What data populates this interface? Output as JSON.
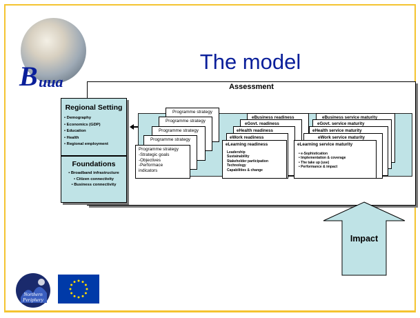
{
  "slide": {
    "title": "The model",
    "brand_logo_text": "Buua",
    "northern_logo_text": "Northern Periphery"
  },
  "diagram": {
    "assessment_label": "Assessment",
    "regional_setting": {
      "title": "Regional Setting",
      "items": [
        "• Demography",
        "• Economics (GDP)",
        "• Education",
        "• Health",
        "• Regional employment"
      ]
    },
    "foundations": {
      "title": "Foundations",
      "items": [
        "• Broadband infrastructure",
        "• Citizen connectivity",
        "• Business connectivity"
      ]
    },
    "programme": {
      "stack_label": "Programme strategy",
      "front_title": "Programme strategy",
      "front_items": [
        "-Strategic goals",
        "-Objectives",
        "-Performace",
        "indicators"
      ]
    },
    "readiness": {
      "stack": [
        "eBusiness readiness",
        "eGovt. readiness",
        "eHealth readiness",
        "eWork readiness"
      ],
      "front_title": "eLearning readiness",
      "front_items": [
        "Leadership",
        "Sustainability",
        "Stakeholder participation",
        "Technology",
        "Capabilities & change"
      ]
    },
    "service_maturity": {
      "stack": [
        "eBusiness service maturity",
        "eGovt. service maturity",
        "eHealth service maturity",
        "eWork service maturity"
      ],
      "front_title": "eLearning service maturity",
      "front_items": [
        "• e-Sophistication",
        "• Implementation & coverage",
        "• The take up (use)",
        "• Performance & impact"
      ]
    },
    "impact_label": "Impact"
  },
  "colors": {
    "frame": "#f4c430",
    "title": "#0a1f9a",
    "panel_fill": "#bfe3e6",
    "eu_blue": "#003aa8",
    "eu_star": "#ffdd00"
  }
}
